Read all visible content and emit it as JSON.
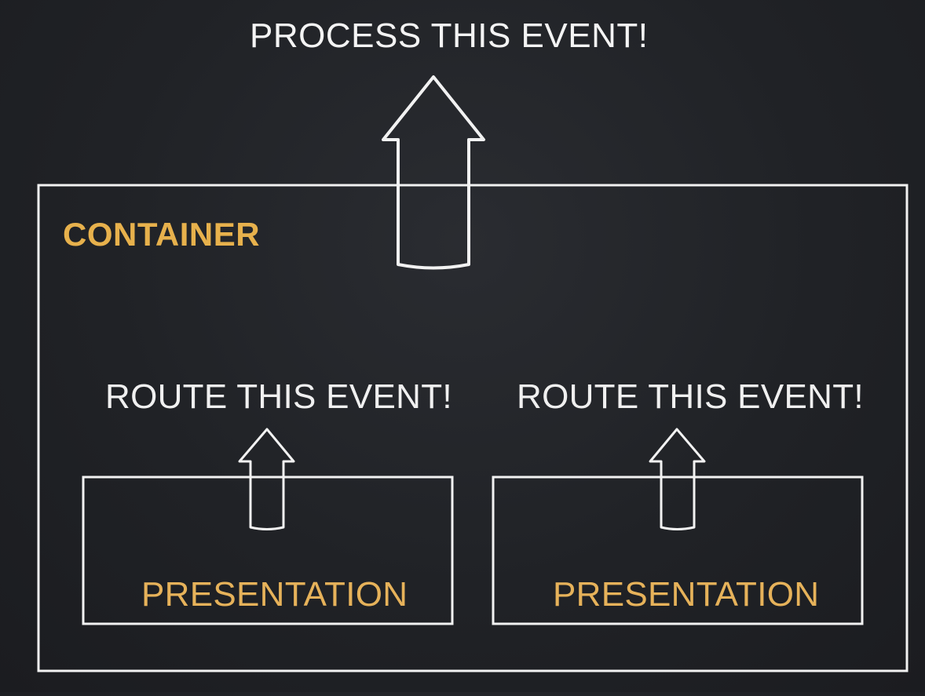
{
  "colors": {
    "background": "#202226",
    "stroke": "#f2f2f2",
    "container_accent": "#e7b14c",
    "presentation_accent": "#e6b25a"
  },
  "diagram": {
    "top_text": "PROCESS THIS EVENT!",
    "container_label": "CONTAINER",
    "route_texts": [
      "ROUTE THIS EVENT!",
      "ROUTE THIS EVENT!"
    ],
    "presentation_labels": [
      "PRESENTATION",
      "PRESENTATION"
    ]
  }
}
